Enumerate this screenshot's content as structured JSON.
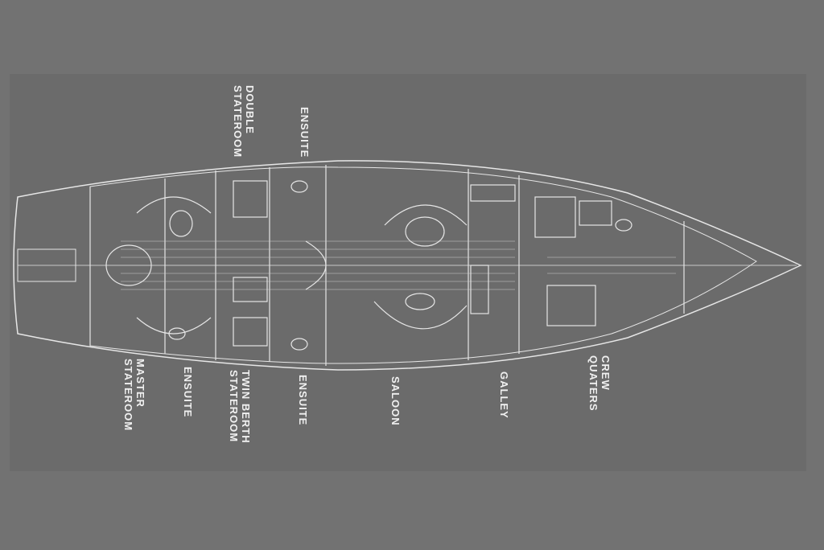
{
  "title": "Yacht deck plan",
  "labels_top": [
    {
      "id": "double-stateroom",
      "text": "DOUBLE\nSTATEROOM"
    },
    {
      "id": "ensuite-top",
      "text": "ENSUITE"
    }
  ],
  "labels_bottom": [
    {
      "id": "master-stateroom",
      "text": "MASTER\nSTATEROOM"
    },
    {
      "id": "ensuite-master",
      "text": "ENSUITE"
    },
    {
      "id": "twin-berth-stateroom",
      "text": "TWIN BERTH\nSTATEROOM"
    },
    {
      "id": "ensuite-twin",
      "text": "ENSUITE"
    },
    {
      "id": "saloon",
      "text": "SALOON"
    },
    {
      "id": "galley",
      "text": "GALLEY"
    },
    {
      "id": "crew-quarters",
      "text": "CREW\nQUATERS"
    }
  ],
  "colors": {
    "background": "#727272",
    "panel": "#6b6b6b",
    "lines": "#e8e8e8"
  }
}
